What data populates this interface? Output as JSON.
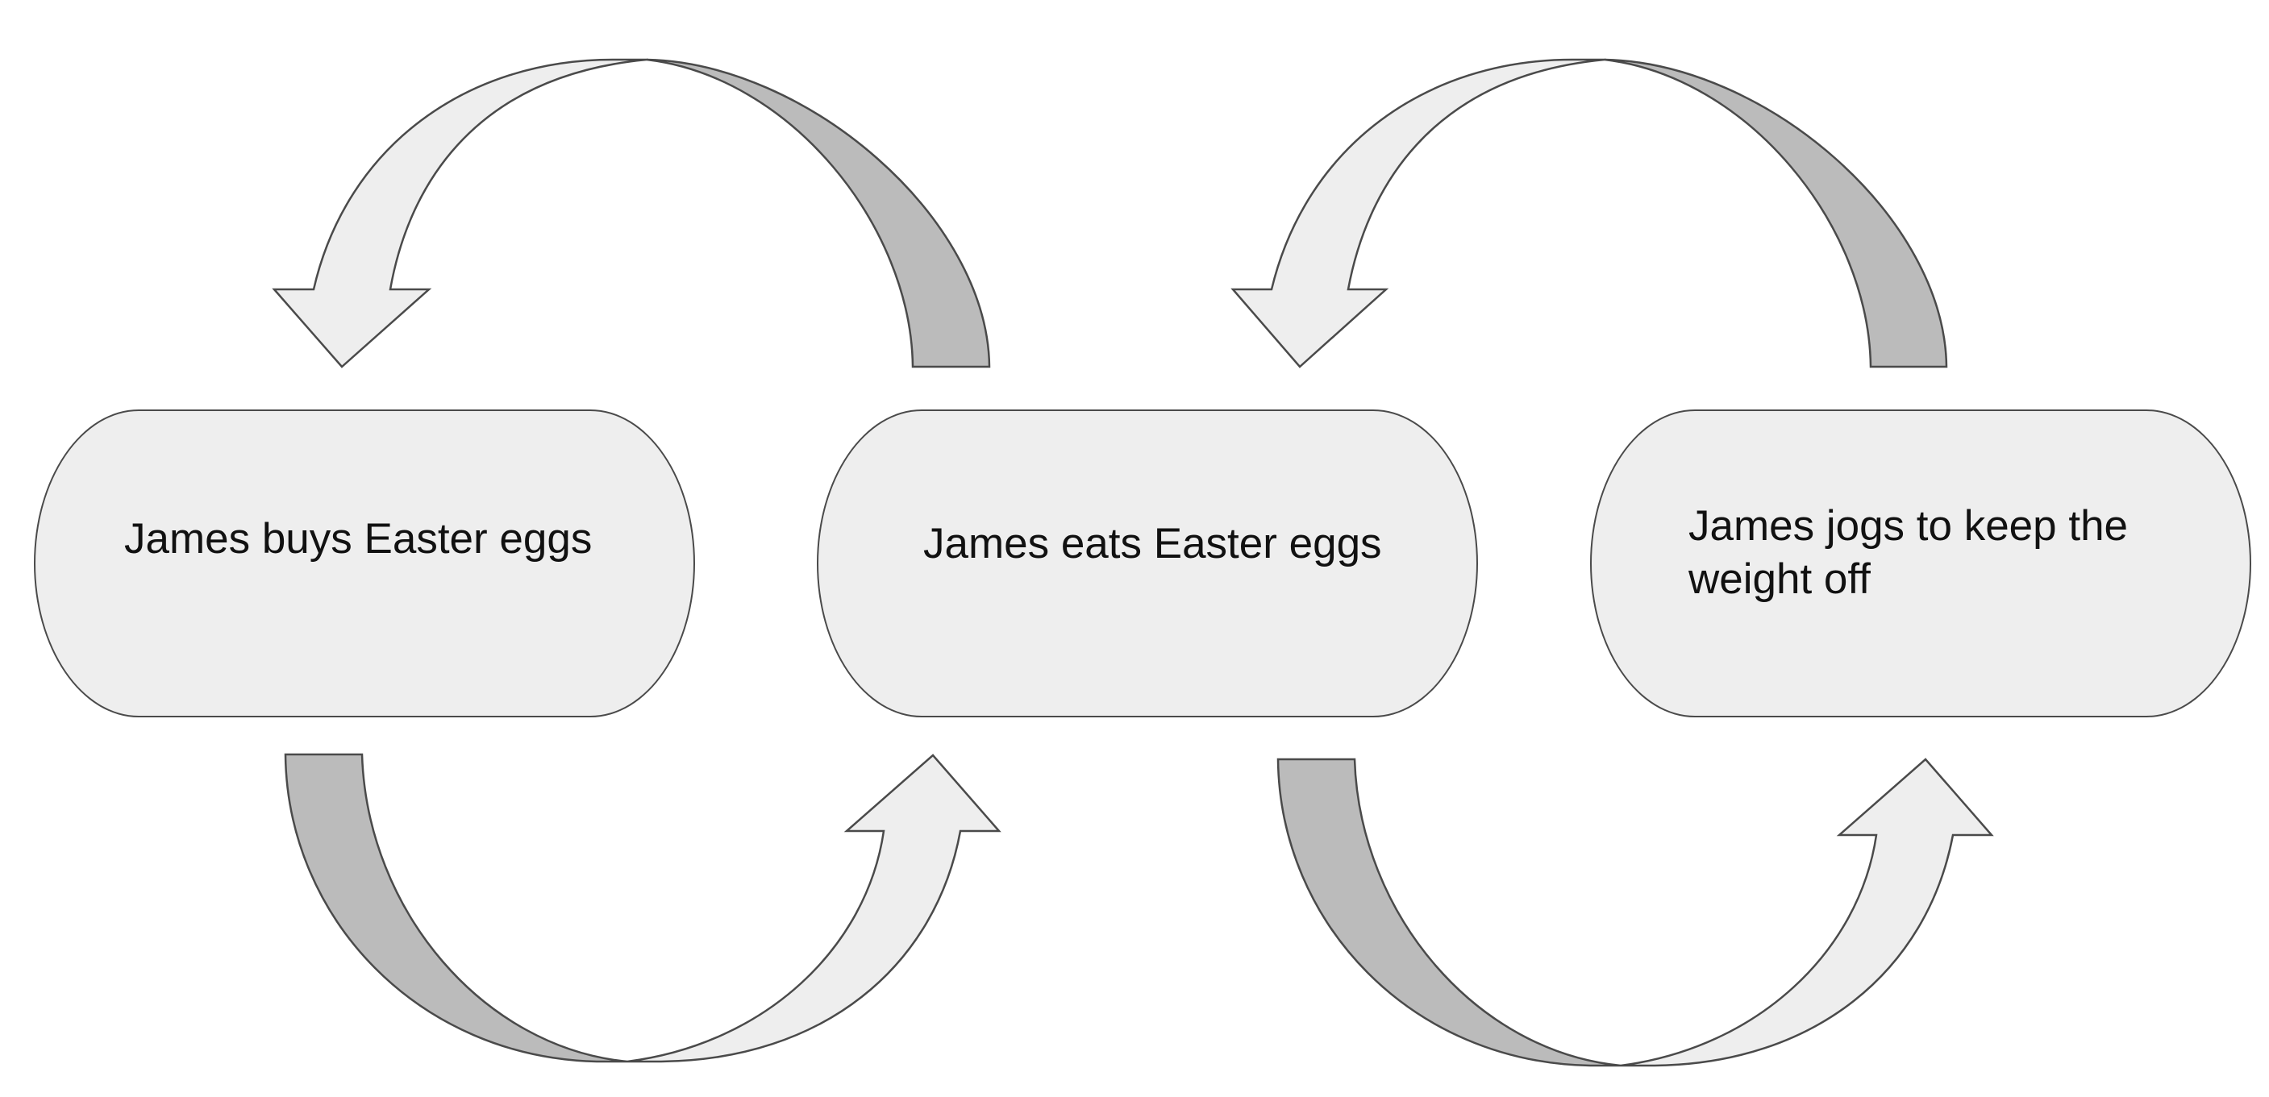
{
  "diagram": {
    "nodes": [
      {
        "id": "buys",
        "label": "James buys Easter eggs"
      },
      {
        "id": "eats",
        "label": "James eats Easter eggs"
      },
      {
        "id": "jogs",
        "label": "James jogs to keep the\nweight off"
      }
    ],
    "edges": [
      {
        "from": "eats",
        "to": "buys",
        "style": "curved-arrow-over"
      },
      {
        "from": "buys",
        "to": "eats",
        "style": "curved-arrow-under"
      },
      {
        "from": "jogs",
        "to": "eats",
        "style": "curved-arrow-over"
      },
      {
        "from": "eats",
        "to": "jogs",
        "style": "curved-arrow-under"
      }
    ],
    "colors": {
      "node_fill": "#eeeeee",
      "arrow_light": "#eeeeee",
      "arrow_dark": "#bbbbbb",
      "stroke": "#4a4a4a",
      "text": "#111111"
    }
  }
}
